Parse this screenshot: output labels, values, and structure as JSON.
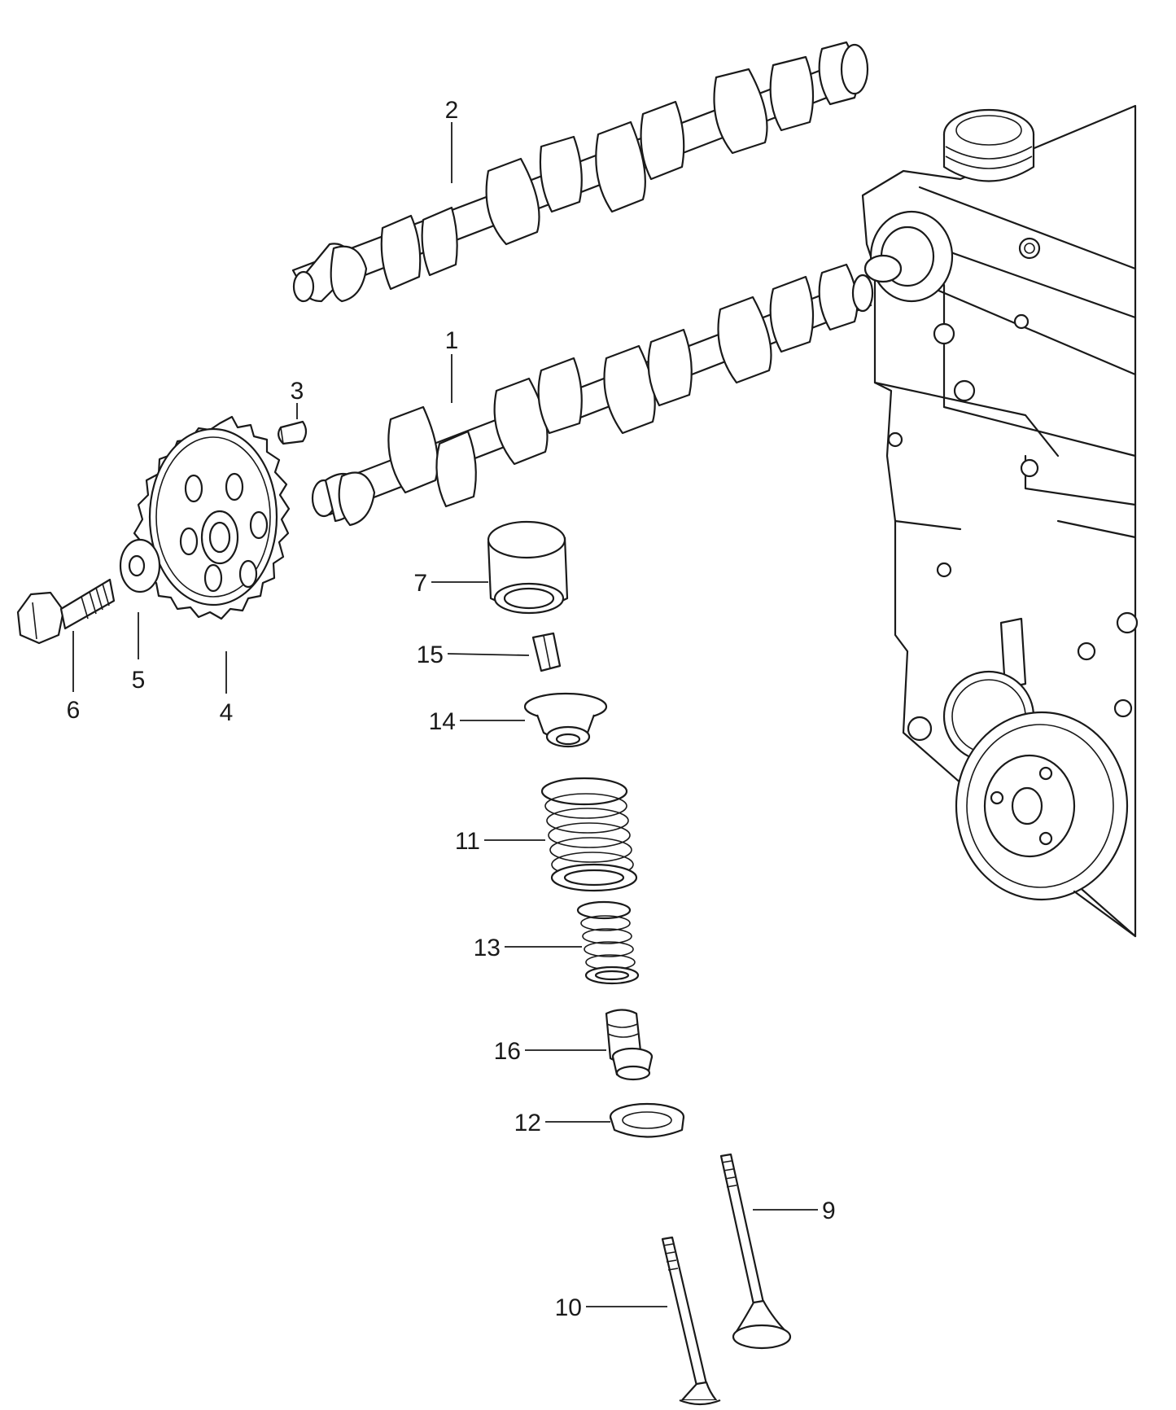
{
  "callouts": {
    "c1": "1",
    "c2": "2",
    "c3": "3",
    "c4": "4",
    "c5": "5",
    "c6": "6",
    "c7": "7",
    "c9": "9",
    "c10": "10",
    "c11": "11",
    "c12": "12",
    "c13": "13",
    "c14": "14",
    "c15": "15",
    "c16": "16"
  }
}
